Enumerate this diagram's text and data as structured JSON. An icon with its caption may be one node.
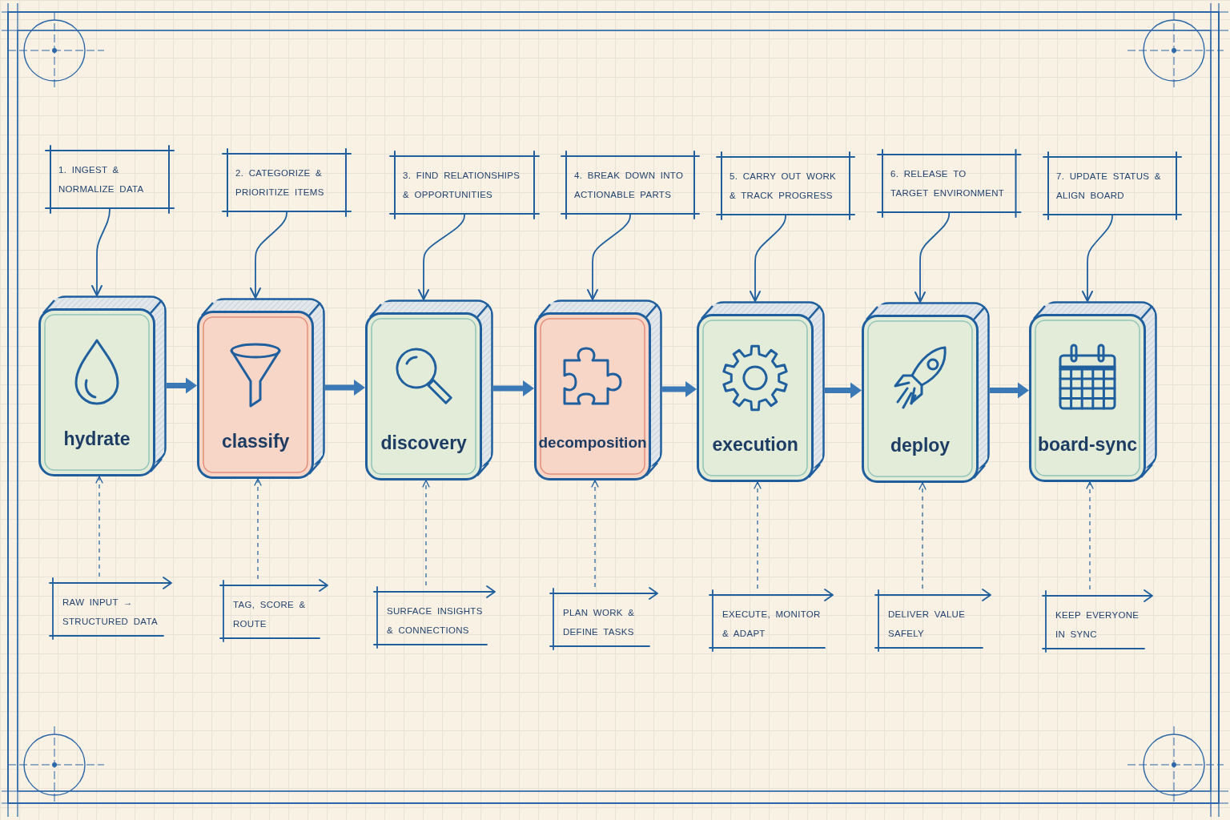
{
  "diagram": {
    "nodes": [
      {
        "text": [
          "1. INGEST & NORMALIZE DATA"
        ]
      },
      {
        "text": [
          "2. CATEGORIZE & PRIORITIZE ITEMS"
        ]
      },
      {
        "text": [
          "3. FIND RELATIONSHIPS & OPPORTUNITIES"
        ]
      },
      {
        "text": [
          "4. BREAK DOWN INTO ACTIONABLE PARTS"
        ]
      },
      {
        "text": [
          "5. CARRY OUT WORK & TRACK PROGRESS"
        ]
      },
      {
        "text": [
          "6. RELEASE TO TARGET ENVIRONMENT"
        ]
      },
      {
        "text": [
          "7. UPDATE STATUS & ALIGN BOARD"
        ]
      },
      {
        "text": [
          "hydrate"
        ]
      },
      {
        "text": [
          "classify"
        ]
      },
      {
        "text": [
          "discovery"
        ]
      },
      {
        "text": [
          "decomposition"
        ]
      },
      {
        "text": [
          "execution"
        ]
      },
      {
        "text": [
          "deploy"
        ]
      },
      {
        "text": [
          "board-sync"
        ]
      },
      {
        "text": [
          "RAW INPUT → STRUCTURED DATA"
        ]
      },
      {
        "text": [
          "TAG, SCORE & ROUTE"
        ]
      },
      {
        "text": [
          "SURFACE INSIGHTS & CONNECTIONS"
        ]
      },
      {
        "text": [
          "PLAN WORK & DEFINE TASKS"
        ]
      },
      {
        "text": [
          "EXECUTE, MONITOR & ADAPT"
        ]
      },
      {
        "text": [
          "DELIVER VALUE SAFELY"
        ]
      },
      {
        "text": [
          "KEEP EVERYONE IN SYNC"
        ]
      }
    ],
    "edges": [
      {
        "from": 0,
        "to": 7,
        "arrow": "to"
      },
      {
        "from": 1,
        "to": 8,
        "arrow": "to"
      },
      {
        "from": 2,
        "to": 9,
        "arrow": "to"
      },
      {
        "from": 3,
        "to": 10,
        "arrow": "to"
      },
      {
        "from": 4,
        "to": 11,
        "arrow": "to"
      },
      {
        "from": 5,
        "to": 12,
        "arrow": "to"
      },
      {
        "from": 6,
        "to": 13,
        "arrow": "to"
      },
      {
        "from": 7,
        "to": 8,
        "arrow": "to",
        "style": "thick"
      },
      {
        "from": 8,
        "to": 9,
        "arrow": "to",
        "style": "thick"
      },
      {
        "from": 9,
        "to": 10,
        "arrow": "to",
        "style": "thick"
      },
      {
        "from": 10,
        "to": 11,
        "arrow": "to",
        "style": "thick"
      },
      {
        "from": 11,
        "to": 12,
        "arrow": "to",
        "style": "thick"
      },
      {
        "from": 12,
        "to": 13,
        "arrow": "to",
        "style": "thick"
      },
      {
        "from": 14,
        "to": 7,
        "arrow": "to",
        "style": "dashed"
      },
      {
        "from": 15,
        "to": 8,
        "arrow": "to",
        "style": "dashed"
      },
      {
        "from": 16,
        "to": 9,
        "arrow": "to",
        "style": "dashed"
      },
      {
        "from": 17,
        "to": 10,
        "arrow": "to",
        "style": "dashed"
      },
      {
        "from": 18,
        "to": 11,
        "arrow": "to",
        "style": "dashed"
      },
      {
        "from": 19,
        "to": 12,
        "arrow": "to",
        "style": "dashed"
      },
      {
        "from": 20,
        "to": 13,
        "arrow": "to",
        "style": "dashed"
      }
    ]
  }
}
